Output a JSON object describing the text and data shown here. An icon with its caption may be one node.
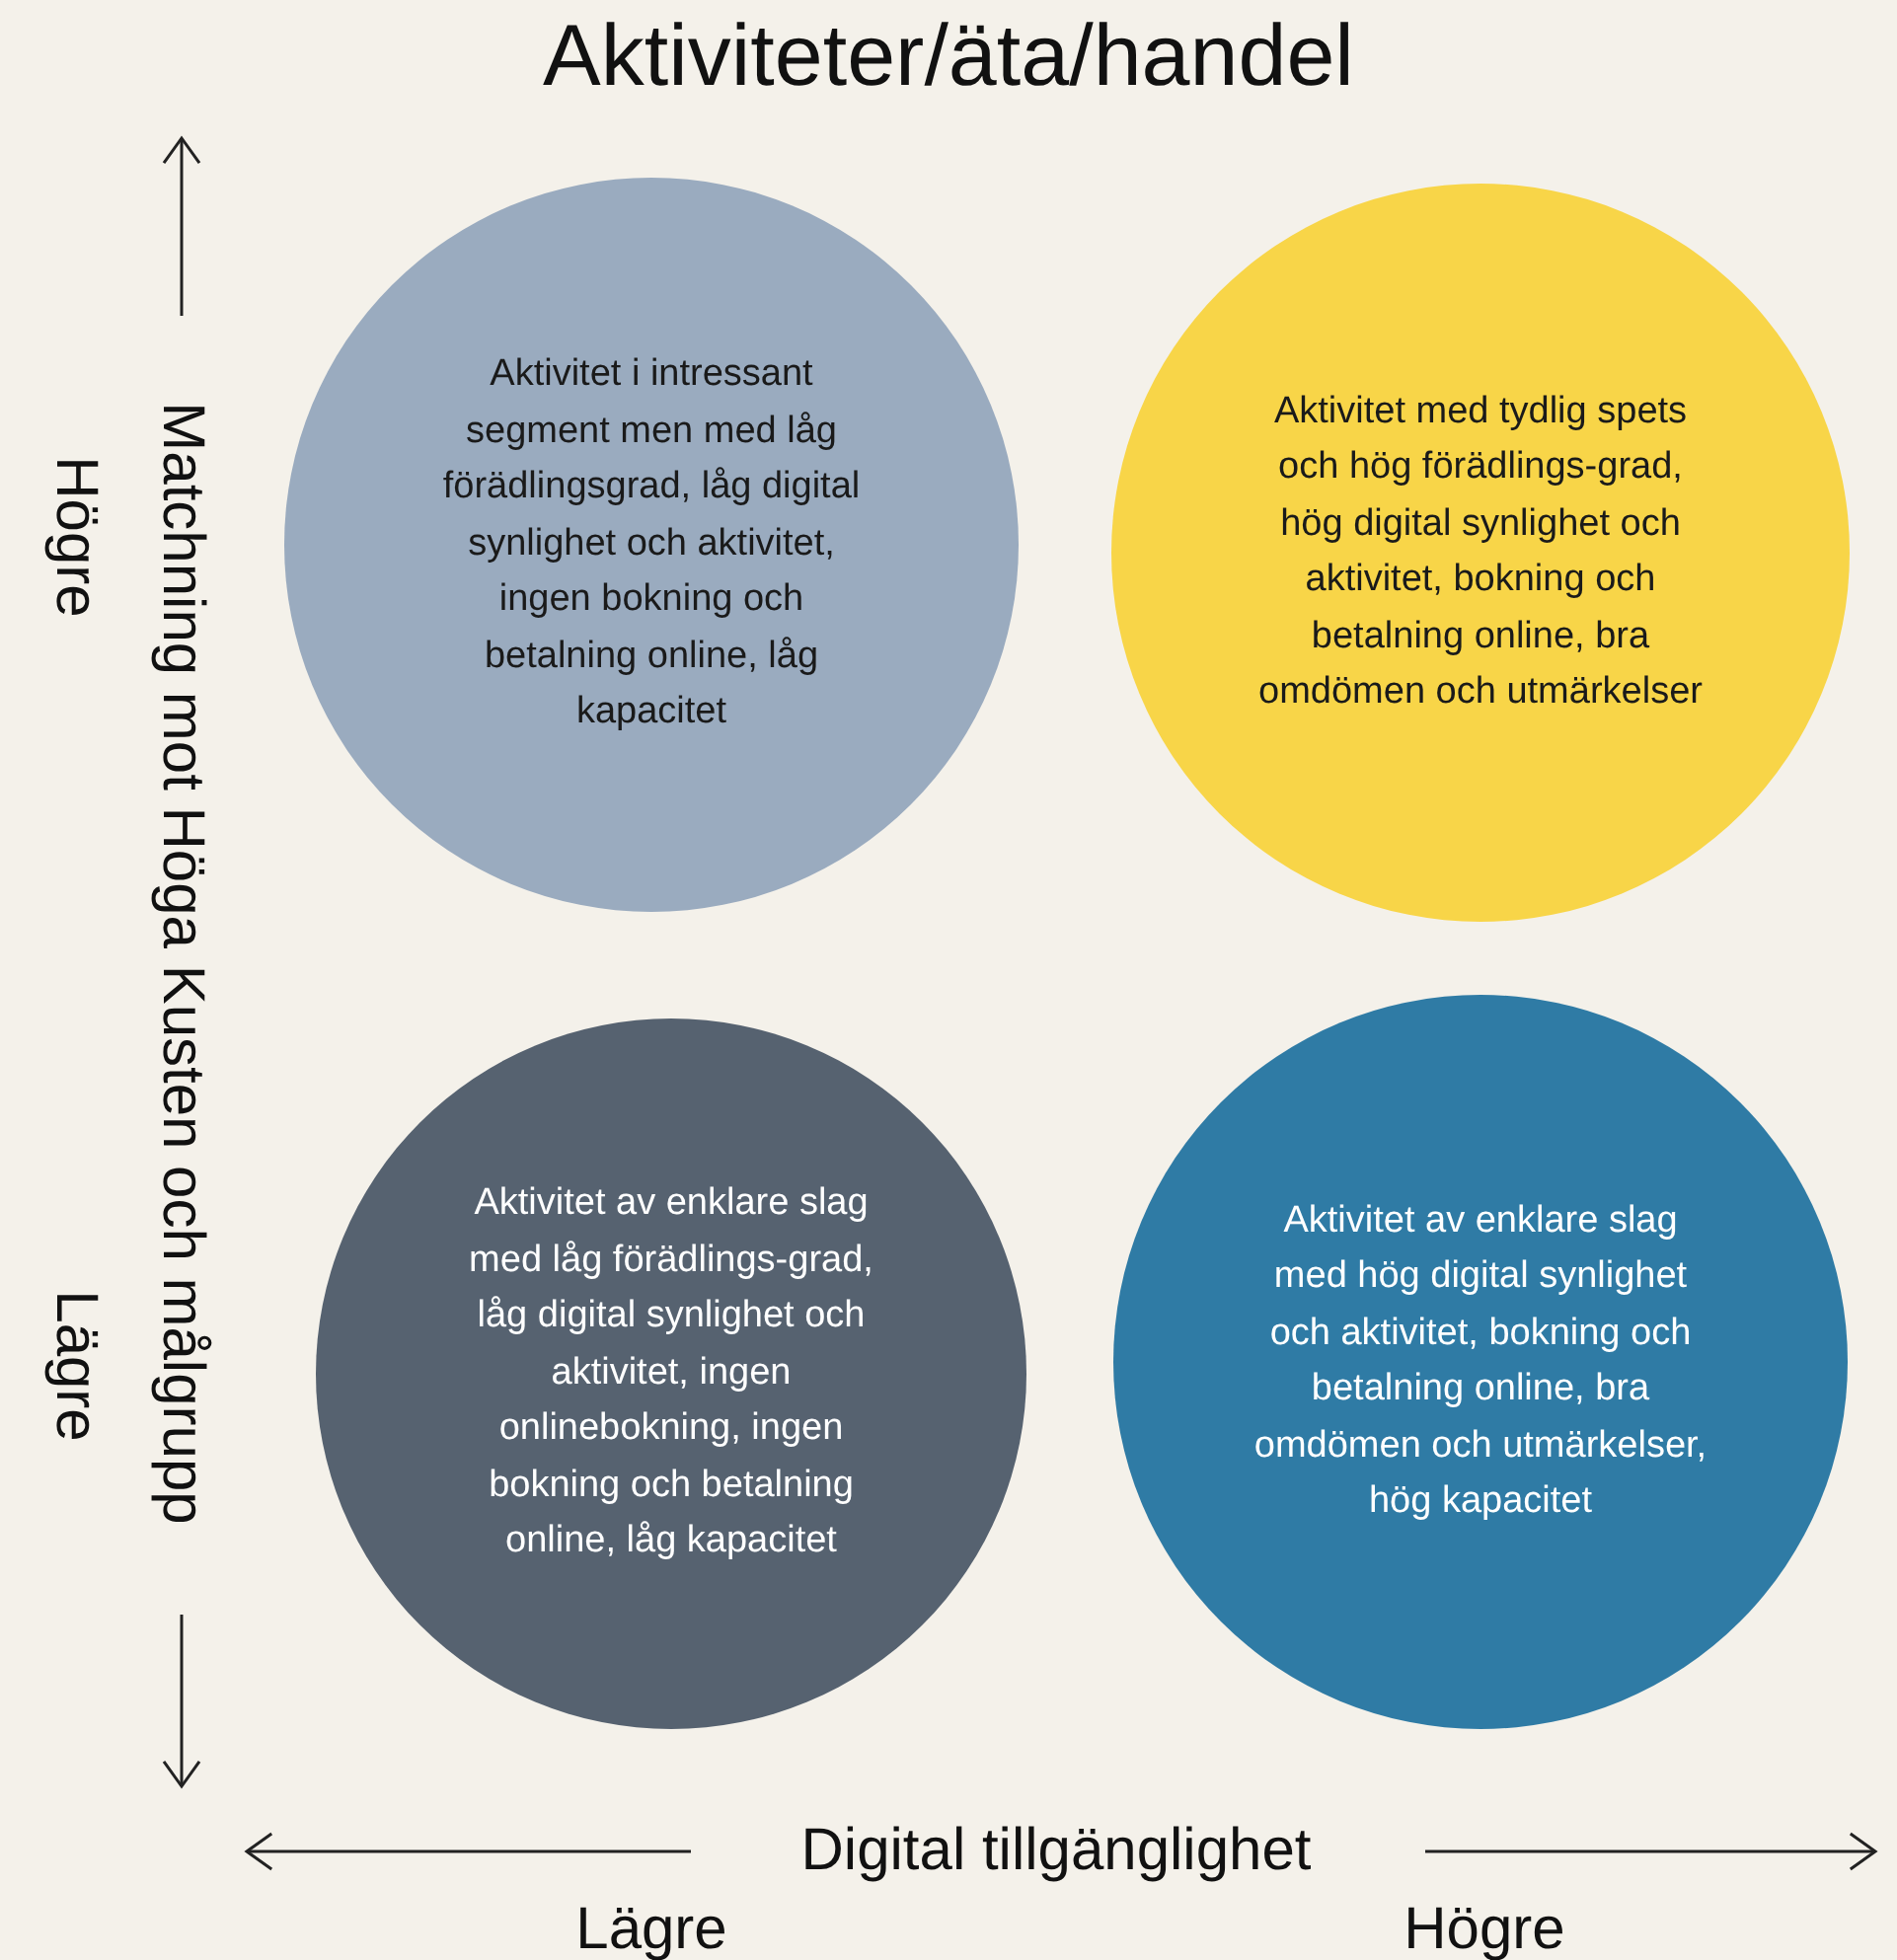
{
  "diagram": {
    "title": "Aktiviteter/äta/handel",
    "nodes": [
      {
        "text": [
          "Aktivitet i intressant segment men med låg förädlingsgrad, låg digital synlighet och aktivitet, ingen bokning och betalning online, låg kapacitet"
        ]
      },
      {
        "text": [
          "Aktivitet med tydlig spets och hög förädlings-grad, hög digital synlighet och aktivitet, bokning och betalning online, bra omdömen och utmärkelser"
        ]
      },
      {
        "text": [
          "Aktivitet av enklare slag med låg förädlings-grad, låg digital synlighet och aktivitet, ingen onlinebokning, ingen bokning och betalning online, låg kapacitet"
        ]
      },
      {
        "text": [
          "Aktivitet av enklare slag med hög digital synlighet och aktivitet, bokning och betalning online, bra omdömen och utmärkelser, hög kapacitet"
        ]
      }
    ],
    "labels": [
      "Matchning mot Höga Kusten och målgrupp",
      "Högre",
      "Lägre",
      "Digital tillgänglighet",
      "Lägre",
      "Högre"
    ]
  }
}
